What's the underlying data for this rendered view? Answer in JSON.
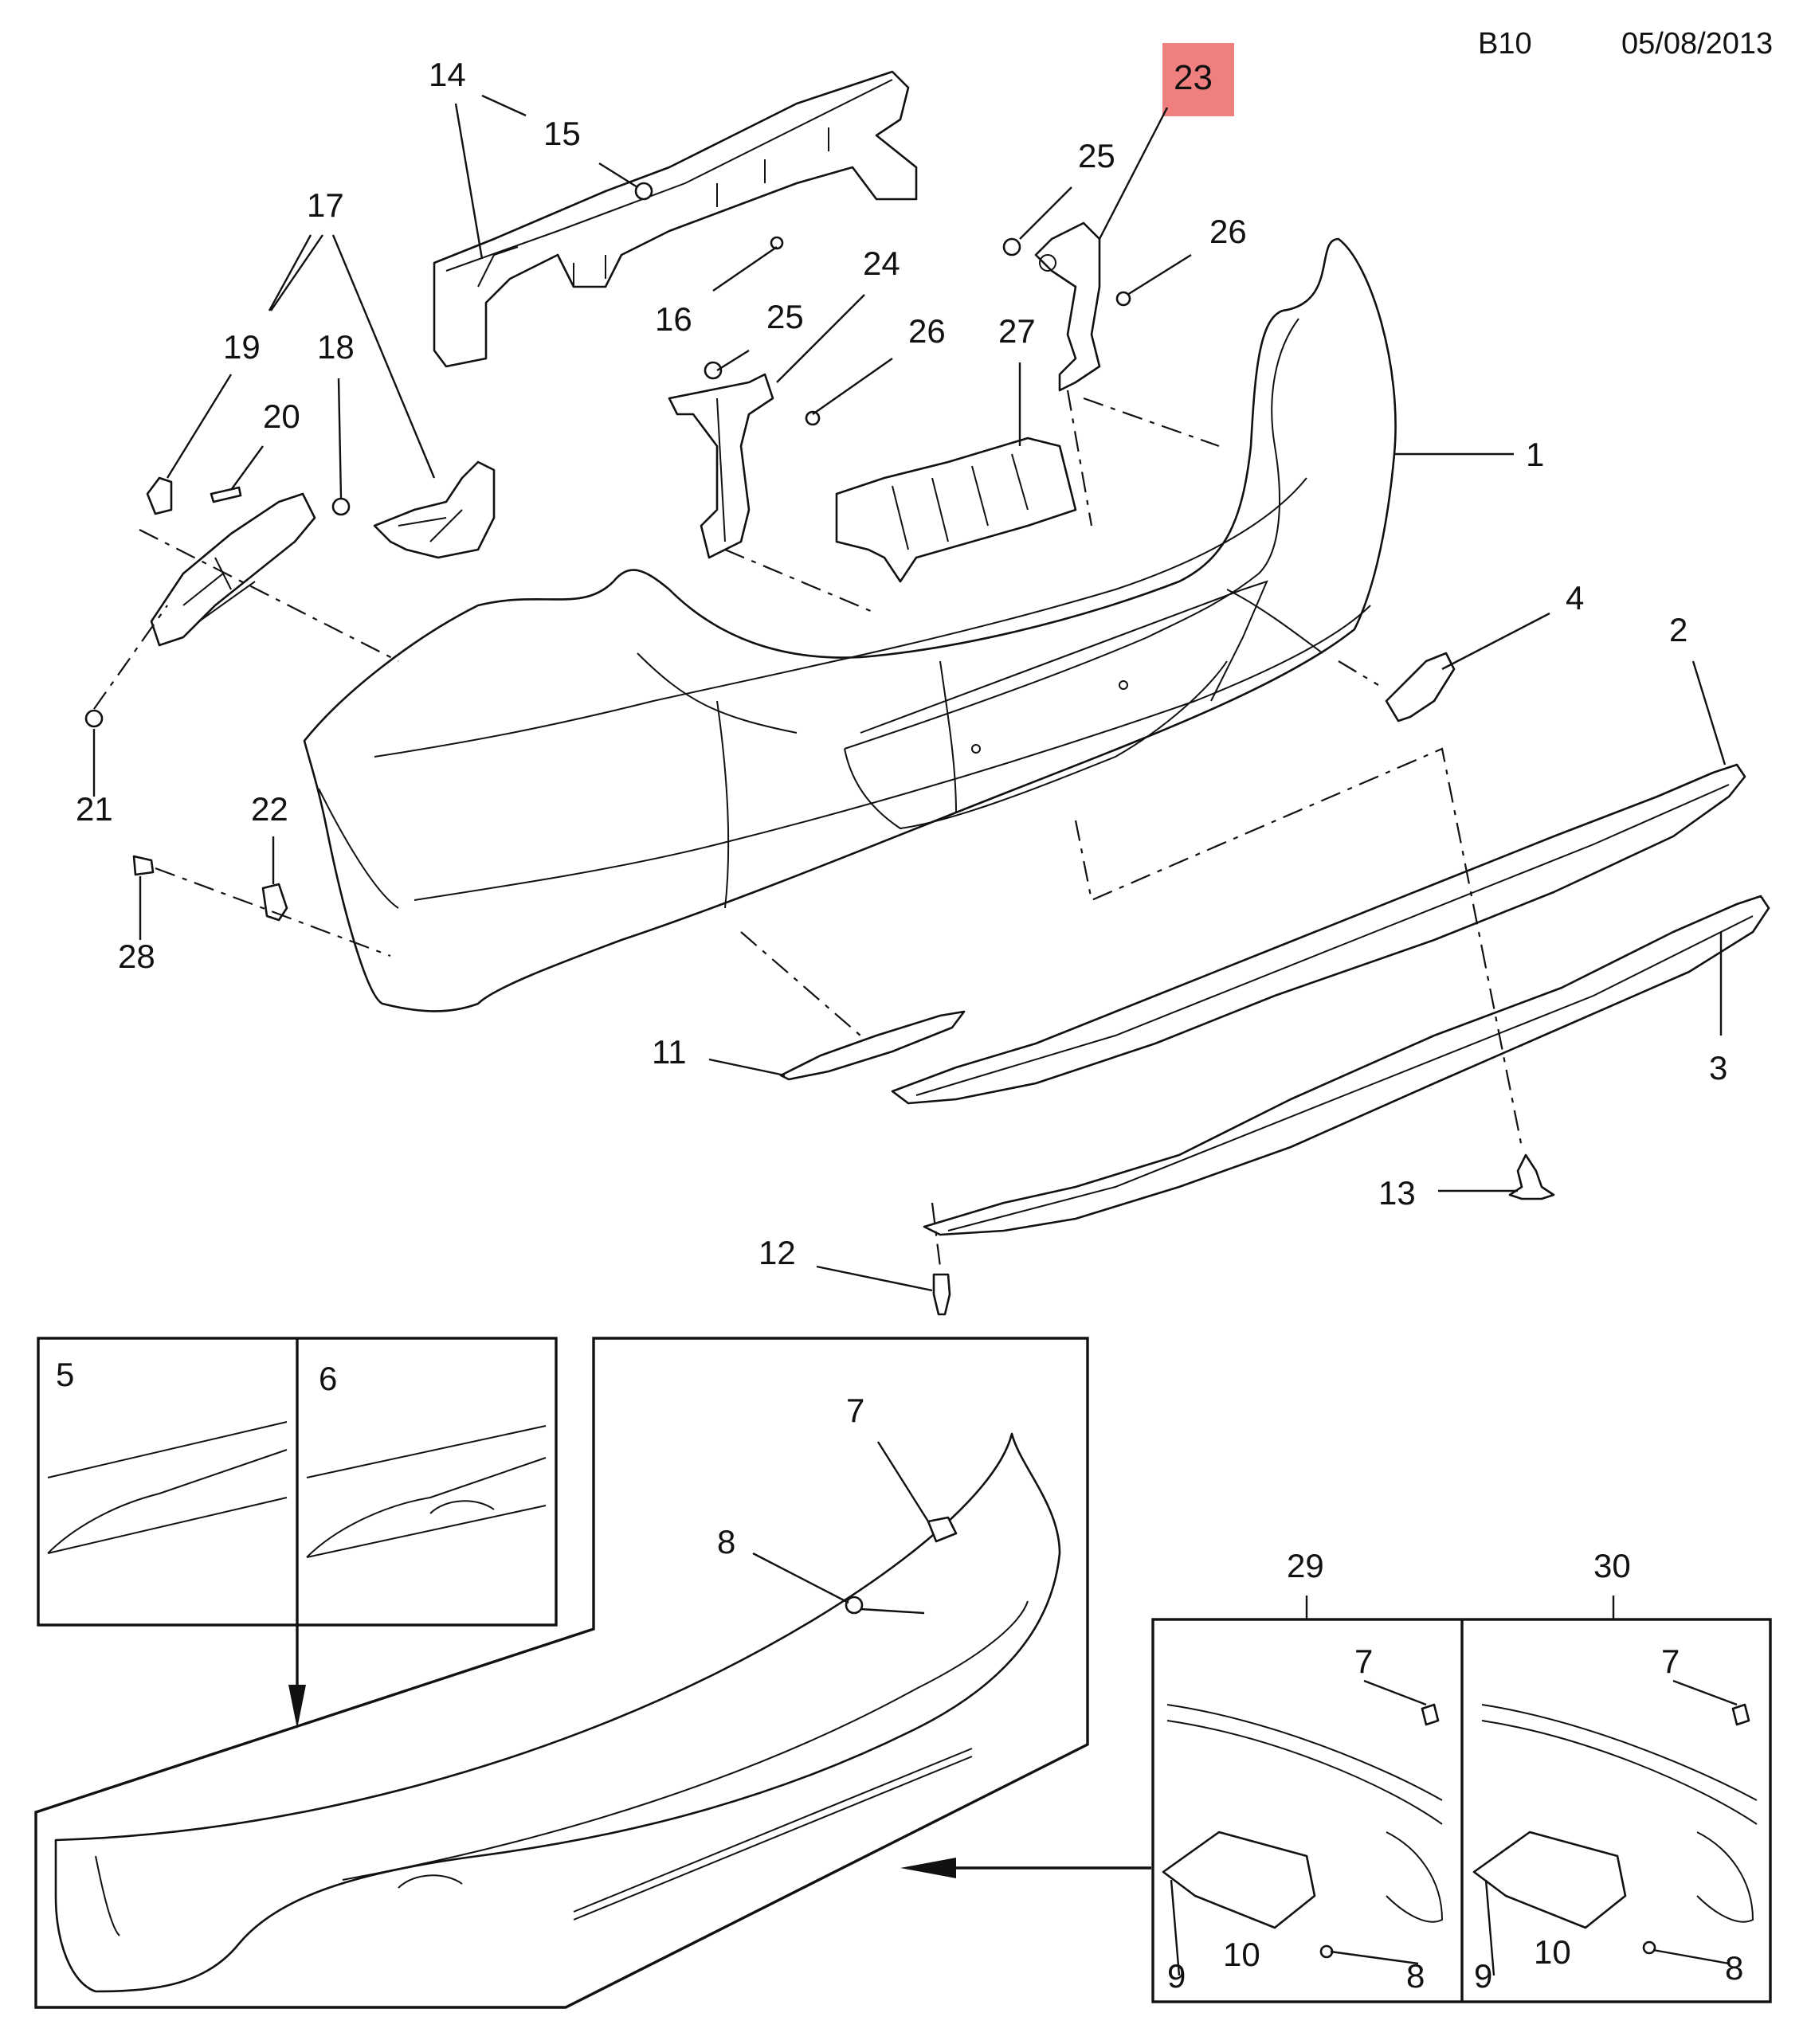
{
  "header": {
    "code": "B10",
    "date": "05/08/2013"
  },
  "highlight_color": "#f08080",
  "callouts": {
    "c1": "1",
    "c2": "2",
    "c3": "3",
    "c4": "4",
    "c5": "5",
    "c6": "6",
    "c7a": "7",
    "c7b": "7",
    "c7c": "7",
    "c8a": "8",
    "c8b": "8",
    "c8c": "8",
    "c9a": "9",
    "c9b": "9",
    "c10a": "10",
    "c10b": "10",
    "c11": "11",
    "c12": "12",
    "c13": "13",
    "c14": "14",
    "c15": "15",
    "c16": "16",
    "c17": "17",
    "c18": "18",
    "c19": "19",
    "c20": "20",
    "c21": "21",
    "c22": "22",
    "c23": "23",
    "c24": "24",
    "c25a": "25",
    "c25b": "25",
    "c26a": "26",
    "c26b": "26",
    "c27": "27",
    "c28": "28",
    "c29": "29",
    "c30": "30"
  }
}
